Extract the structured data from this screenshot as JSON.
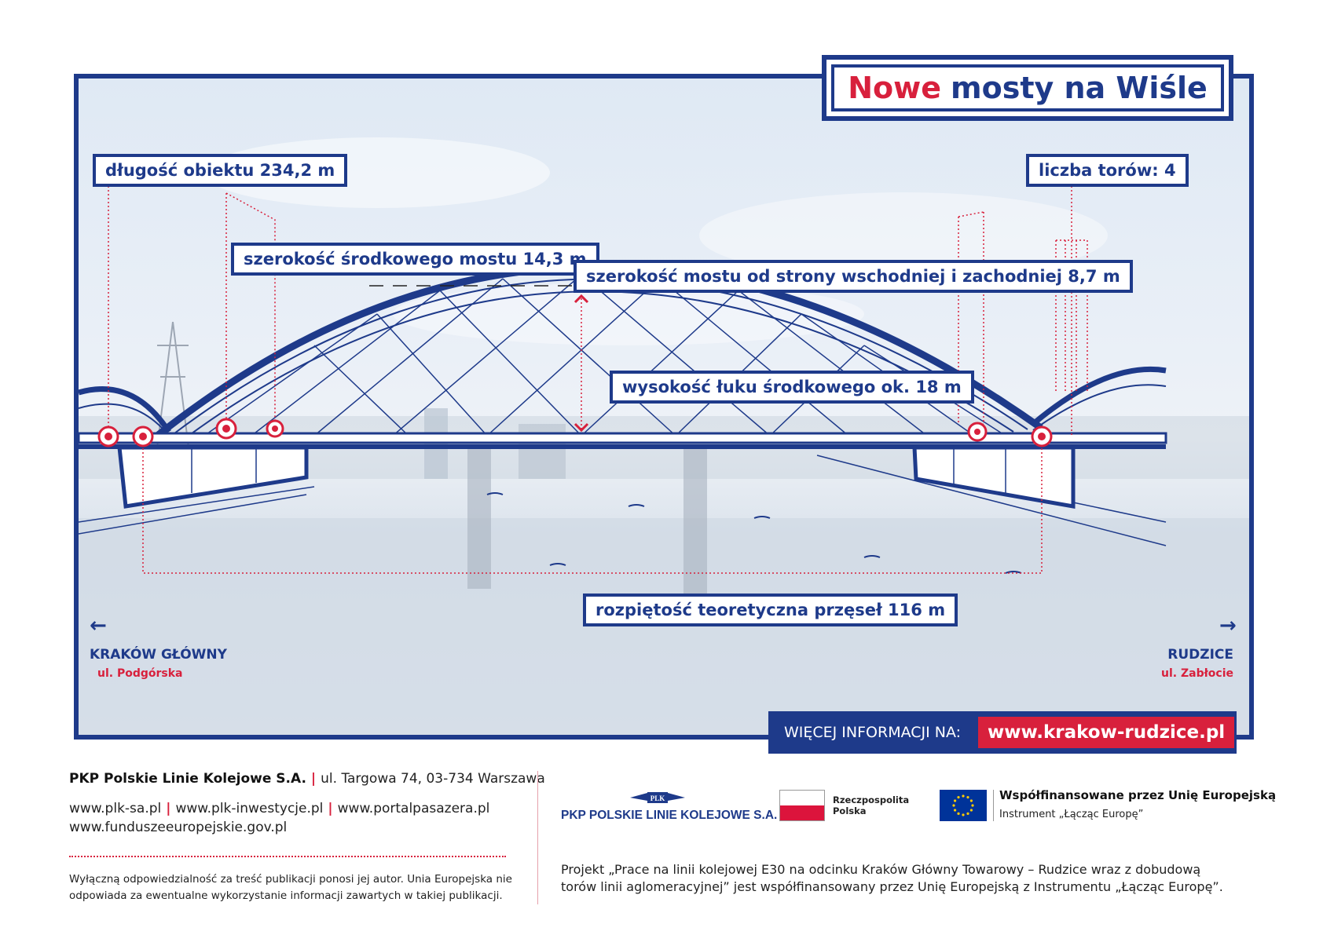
{
  "title": {
    "highlight": "Nowe",
    "rest": "mosty na Wiśle"
  },
  "labels": {
    "length": "długość obiektu 234,2 m",
    "tracks": "liczba torów: 4",
    "middle_width": "szerokość środkowego mostu 14,3 m",
    "side_width": "szerokość mostu od strony wschodniej i zachodniej 8,7 m",
    "arch_height": "wysokość łuku środkowego ok. 18 m",
    "span": "rozpiętość teoretyczna przęseł 116 m"
  },
  "directions": {
    "left": {
      "city": "KRAKÓW GŁÓWNY",
      "street": "ul. Podgórska"
    },
    "right": {
      "city": "RUDZICE",
      "street": "ul. Zabłocie"
    }
  },
  "info": {
    "text": "WIĘCEJ INFORMACJI NA:",
    "url": "www.krakow-rudzice.pl"
  },
  "footer": {
    "company": "PKP Polskie Linie Kolejowe S.A.",
    "address": "ul. Targowa 74, 03-734 Warszawa",
    "links": [
      "www.plk-sa.pl",
      "www.plk-inwestycje.pl",
      "www.portalpasazera.pl"
    ],
    "link2": "www.funduszeeuropejskie.gov.pl",
    "disclaimer_line1": "Wyłączną odpowiedzialność za treść publikacji ponosi jej autor. Unia Europejska nie",
    "disclaimer_line2": "odpowiada za ewentualne wykorzystanie informacji zawartych w takiej publikacji.",
    "plk_logo_text": "PKP POLSKIE LINIE KOLEJOWE S.A.",
    "plk_emblem_text": "PLK",
    "rp_line1": "Rzeczpospolita",
    "rp_line2": "Polska",
    "eu_title": "Współfinansowane przez Unię Europejską",
    "eu_sub": "Instrument „Łącząc Europę”",
    "project_line1": "Projekt „Prace na linii kolejowej E30 na odcinku Kraków Główny Towarowy – Rudzice wraz z dobudową",
    "project_line2": "torów linii aglomeracyjnej” jest współfinansowany przez Unię Europejską z Instrumentu „Łącząc Europę”."
  },
  "colors": {
    "navy": "#1e3a8a",
    "red": "#d8203c",
    "flag_red": "#dc143c",
    "eu_blue": "#003399",
    "eu_star": "#ffcc00"
  }
}
